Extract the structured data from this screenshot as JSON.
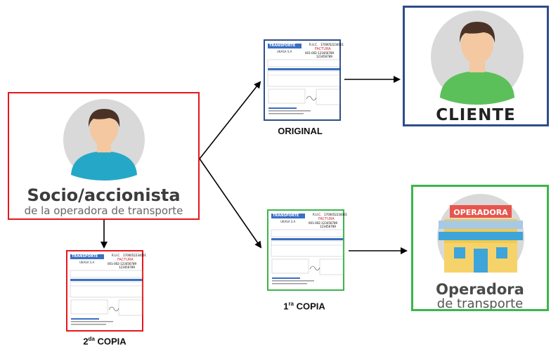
{
  "socio": {
    "title": "Socio/accionista",
    "subtitle": "de la operadora de transporte"
  },
  "cliente": {
    "title": "CLIENTE"
  },
  "operadora": {
    "banner": "OPERADORA",
    "title": "Operadora",
    "subtitle": "de transporte"
  },
  "docs": {
    "original": {
      "caption": "ORIGINAL"
    },
    "primera": {
      "caption_num": "1",
      "caption_sup": "ra",
      "caption_text": " COPIA"
    },
    "segunda": {
      "caption_num": "2",
      "caption_sup": "da",
      "caption_text": " COPIA"
    }
  },
  "invoice": {
    "brand": "TRANSPORTE",
    "company": "UKASA S.A",
    "ruc_label": "R.U.C.",
    "ruc_value": "1700052234001",
    "doc_type": "FACTURA",
    "number": "001-002-123456789",
    "auth": "123456789"
  },
  "colors": {
    "socio_border": "#e8161c",
    "cliente_border": "#2e4d8a",
    "operadora_border": "#3cb54a",
    "original_border": "#2e4d8a",
    "primera_border": "#3cb54a",
    "segunda_border": "#e8161c",
    "skin": "#f4c8a0",
    "hair": "#4a3326",
    "teal_shirt": "#25a8c8",
    "green_shirt": "#5cc05a"
  },
  "icons": [
    "person-avatar-icon",
    "building-icon",
    "arrow-icon"
  ]
}
